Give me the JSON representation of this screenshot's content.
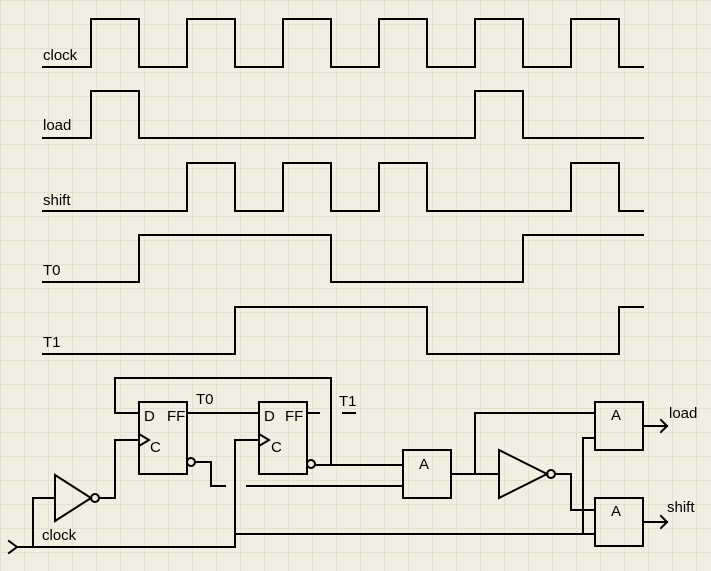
{
  "timing": {
    "signals": [
      {
        "label": "clock"
      },
      {
        "label": "load"
      },
      {
        "label": "shift"
      },
      {
        "label": "T0"
      },
      {
        "label": "T1"
      }
    ]
  },
  "circuit": {
    "ff1_d": "D",
    "ff1_ff": "FF",
    "ff1_c": "C",
    "ff1_out_label": "T0",
    "ff2_d": "D",
    "ff2_ff": "FF",
    "ff2_c": "C",
    "ff2_out_label": "T1",
    "and1": "A",
    "and2": "A",
    "and3": "A",
    "clock_input_label": "clock",
    "load_output_label": "load",
    "shift_output_label": "shift"
  }
}
